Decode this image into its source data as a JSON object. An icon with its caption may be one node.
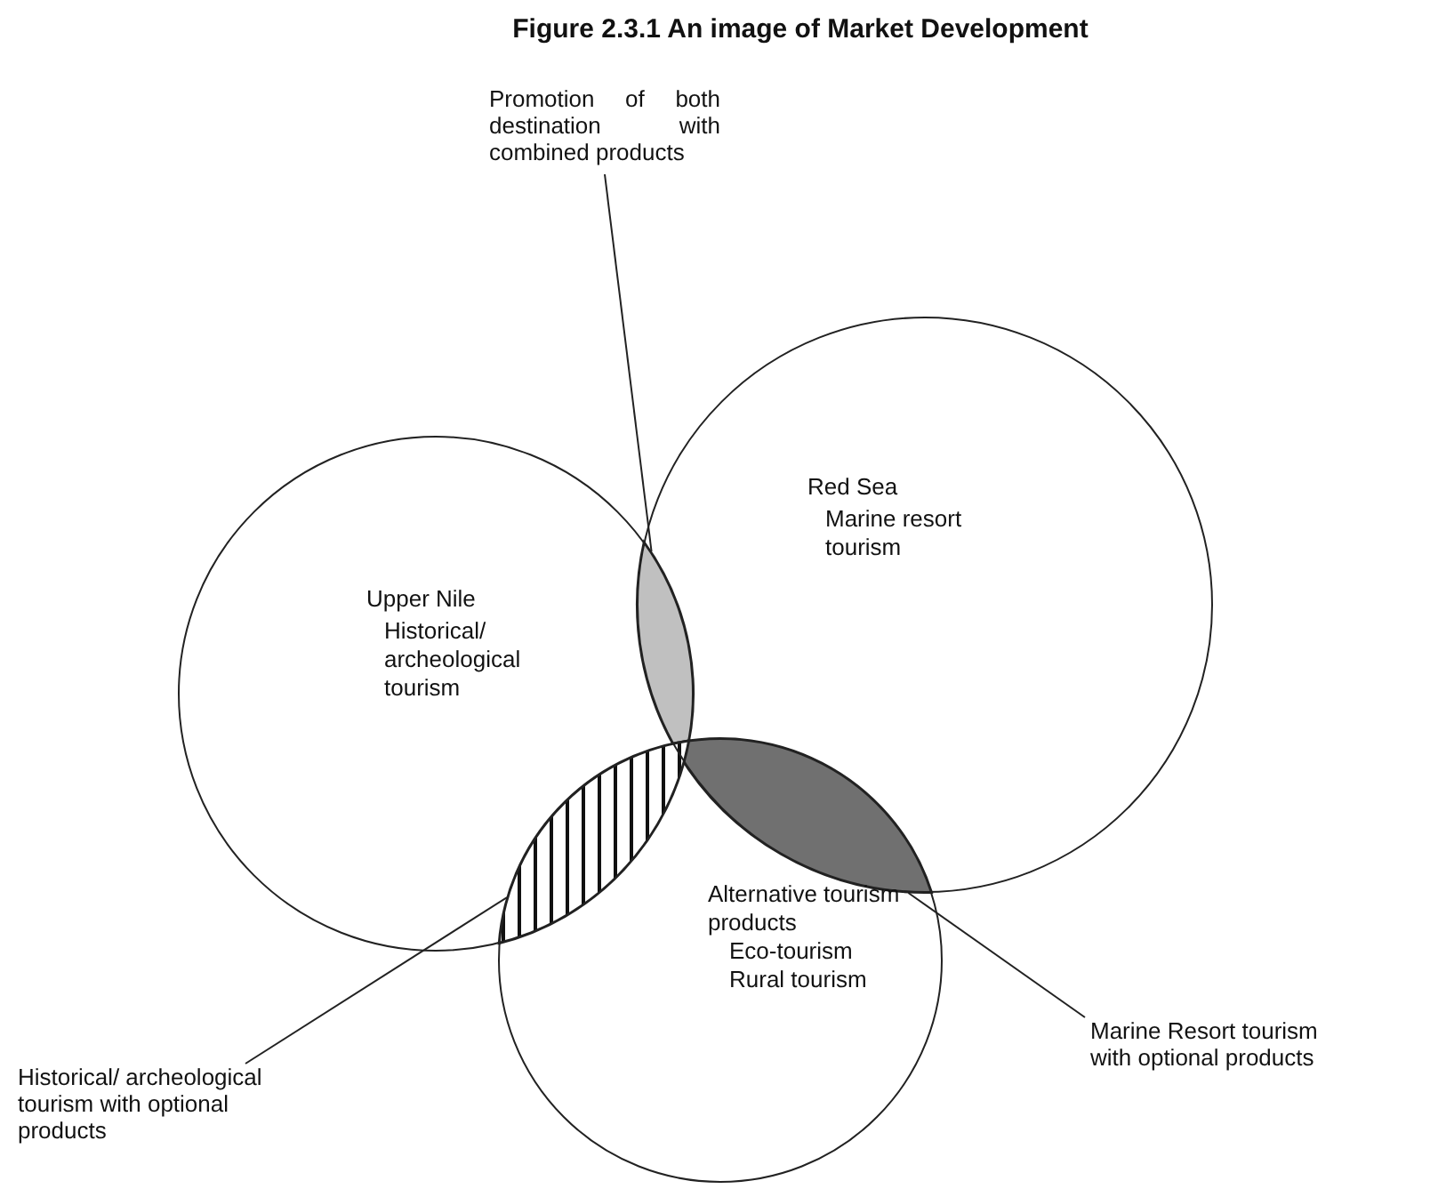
{
  "diagram": {
    "title": "Figure 2.3.1 An image of Market Development",
    "nodes": [
      {
        "text": [
          "Upper Nile",
          "Historical/ archeological tourism"
        ]
      },
      {
        "text": [
          "Red Sea",
          "Marine resort tourism"
        ]
      },
      {
        "text": [
          "Alternative tourism products",
          "Eco-tourism",
          "Rural tourism"
        ]
      },
      {
        "text": [
          "Promotion of both destination with combined products"
        ]
      },
      {
        "text": [],
        "shape": "lens"
      },
      {
        "text": [
          "Marine Resort tourism with optional products"
        ]
      },
      {
        "text": [],
        "shape": "lens"
      },
      {
        "text": [
          "Historical/ archeological tourism with optional products"
        ]
      },
      {
        "text": [],
        "shape": "lens"
      }
    ],
    "edges": [
      {
        "from": 3,
        "to": 4,
        "arrow": "none"
      },
      {
        "from": 5,
        "to": 6,
        "arrow": "none"
      },
      {
        "from": 7,
        "to": 8,
        "arrow": "none"
      }
    ]
  }
}
